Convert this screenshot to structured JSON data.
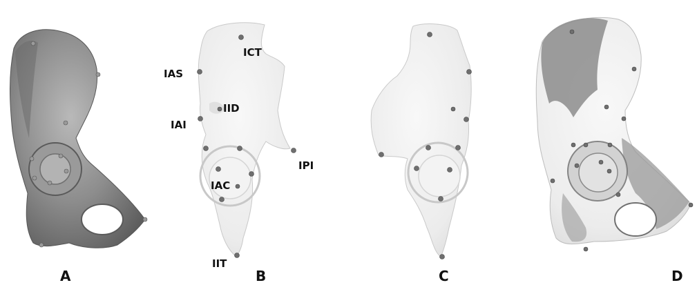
{
  "panels": {
    "A": {
      "letter": "A"
    },
    "B": {
      "letter": "B"
    },
    "C": {
      "letter": "C"
    },
    "D": {
      "letter": "D"
    }
  },
  "landmark_labels": {
    "ict": "ICT",
    "ias": "IAS",
    "iid": "IID",
    "iai": "IAI",
    "ipi": "IPI",
    "iac": "IAC",
    "iit": "IIT"
  },
  "colors": {
    "bone_dark": "#8a8a8a",
    "bone_light": "#ededed",
    "landmark": "#6f6f6f",
    "text": "#111111"
  }
}
